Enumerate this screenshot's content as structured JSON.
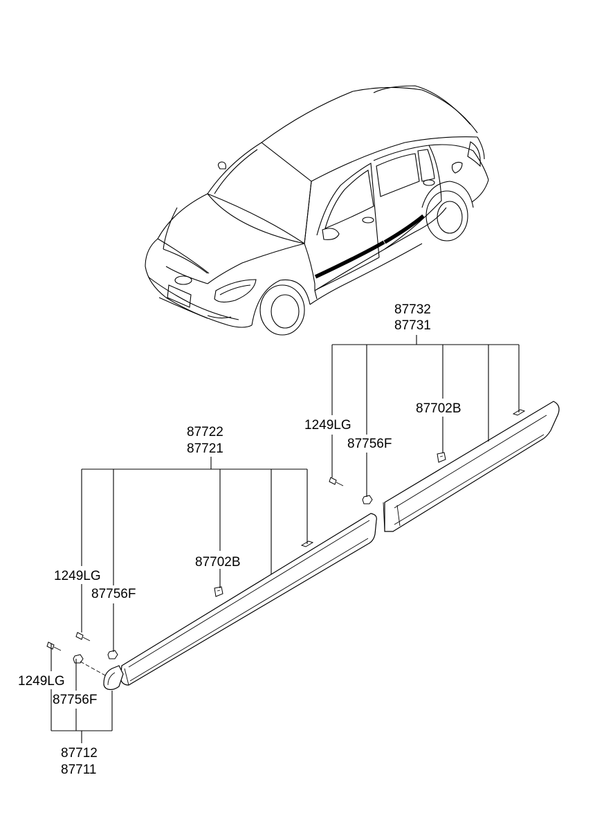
{
  "labels": {
    "rear_group_a": "87732",
    "rear_group_b": "87731",
    "rear_screw": "1249LG",
    "rear_clip": "87756F",
    "rear_clip_b": "87702B",
    "front_group_a": "87722",
    "front_group_b": "87721",
    "front_clip_b": "87702B",
    "front_screw": "1249LG",
    "front_clip": "87756F",
    "end_screw": "1249LG",
    "end_clip": "87756F",
    "end_group_a": "87712",
    "end_group_b": "87711"
  },
  "colors": {
    "line": "#000000",
    "background": "#ffffff"
  }
}
